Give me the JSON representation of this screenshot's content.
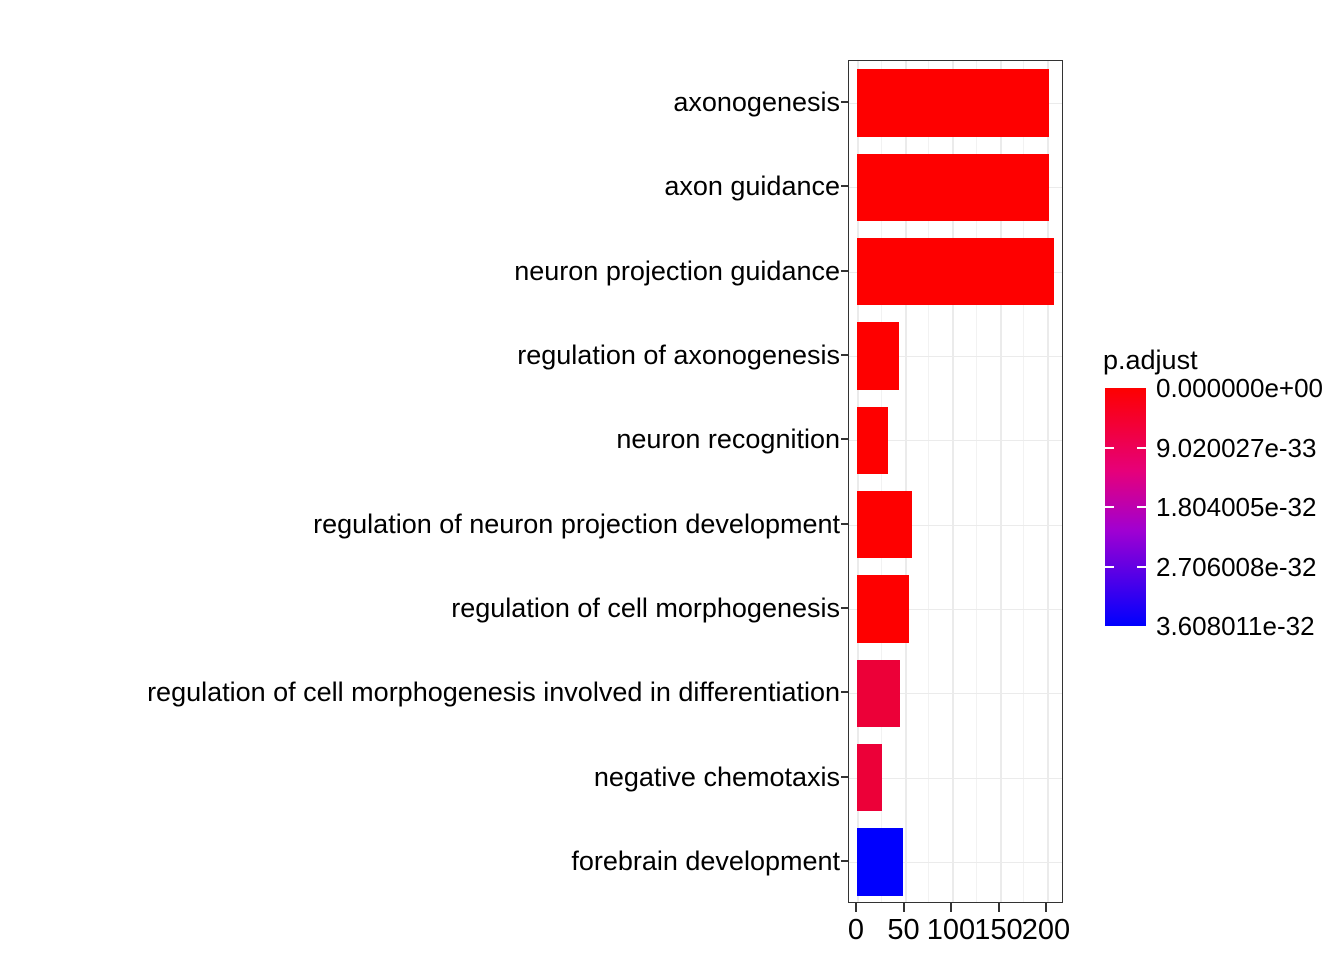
{
  "chart_data": {
    "type": "bar",
    "orientation": "horizontal",
    "title": "",
    "xlabel": "",
    "ylabel": "",
    "categories": [
      "axonogenesis",
      "axon guidance",
      "neuron projection guidance",
      "regulation of axonogenesis",
      "neuron recognition",
      "regulation of neuron projection development",
      "regulation of cell morphogenesis",
      "regulation of cell morphogenesis involved in differentiation",
      "negative chemotaxis",
      "forebrain development"
    ],
    "values": [
      202,
      202,
      207,
      44,
      33,
      58,
      55,
      45,
      26,
      48
    ],
    "bar_colors": [
      "#fe0000",
      "#fe0000",
      "#fe0000",
      "#fe0000",
      "#fe0000",
      "#fe0000",
      "#fe0000",
      "#ec0038",
      "#ec0038",
      "#0000fe"
    ],
    "xlim": [
      0,
      215
    ],
    "xticks": [
      0,
      50,
      100,
      150,
      200
    ],
    "xtick_labels": [
      "0",
      "50",
      "100",
      "150",
      "200"
    ],
    "grid": true,
    "legend_position": "right"
  },
  "legend": {
    "title": "p.adjust",
    "labels": [
      "0.000000e+00",
      "9.020027e-33",
      "1.804005e-32",
      "2.706008e-32",
      "3.608011e-32"
    ],
    "gradient_top_color": "#fe0000",
    "gradient_bottom_color": "#0000fe"
  },
  "colors": {
    "panel_background": "#ffffff",
    "grid_major": "#ebebeb",
    "grid_minor": "#f2f2f2",
    "axis_line": "#333333",
    "text": "#000000"
  }
}
